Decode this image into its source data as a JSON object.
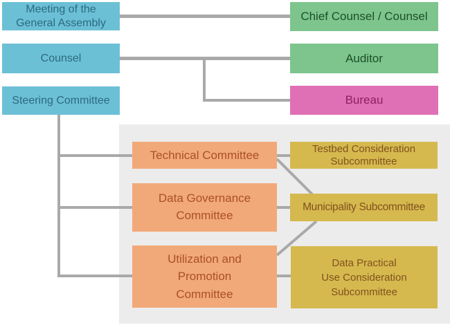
{
  "diagram": {
    "type": "organization-chart",
    "colors": {
      "cyan_box": "#6cc0d5",
      "cyan_text": "#2b6a80",
      "green_box": "#7dc58d",
      "green_text": "#1d4f28",
      "pink_box": "#e070b5",
      "pink_text": "#8d2060",
      "orange_box": "#f2a979",
      "orange_text": "#aa4f2a",
      "gold_box": "#d5b94e",
      "gold_text": "#80521f",
      "panel_background": "#ececec",
      "connector_line": "#a9a9a9"
    },
    "nodes": {
      "meeting": {
        "label": "Meeting of the\nGeneral Assembly"
      },
      "counsel": {
        "label": "Counsel"
      },
      "steering": {
        "label": "Steering Committee"
      },
      "chief_counsel": {
        "label": "Chief Counsel / Counsel"
      },
      "auditor": {
        "label": "Auditor"
      },
      "bureau": {
        "label": "Bureau"
      },
      "technical": {
        "label": "Technical Committee"
      },
      "data_governance": {
        "label": "Data Governance\nCommittee"
      },
      "utilization": {
        "label": "Utilization and\nPromotion\nCommittee"
      },
      "testbed": {
        "label": "Testbed Consideration\nSubcommittee"
      },
      "municipality": {
        "label": "Municipality Subcommittee"
      },
      "data_practical": {
        "label": "Data Practical\nUse Consideration\nSubcommittee"
      }
    },
    "connections": [
      {
        "from": "meeting",
        "to": "chief_counsel"
      },
      {
        "from": "counsel",
        "to": "auditor"
      },
      {
        "from": "counsel",
        "to": "bureau"
      },
      {
        "from": "steering",
        "to": "technical"
      },
      {
        "from": "steering",
        "to": "data_governance"
      },
      {
        "from": "steering",
        "to": "utilization"
      },
      {
        "from": "technical",
        "to": "testbed"
      },
      {
        "from": "technical",
        "to": "municipality"
      },
      {
        "from": "data_governance",
        "to": "municipality"
      },
      {
        "from": "utilization",
        "to": "municipality"
      },
      {
        "from": "utilization",
        "to": "data_practical"
      }
    ]
  }
}
